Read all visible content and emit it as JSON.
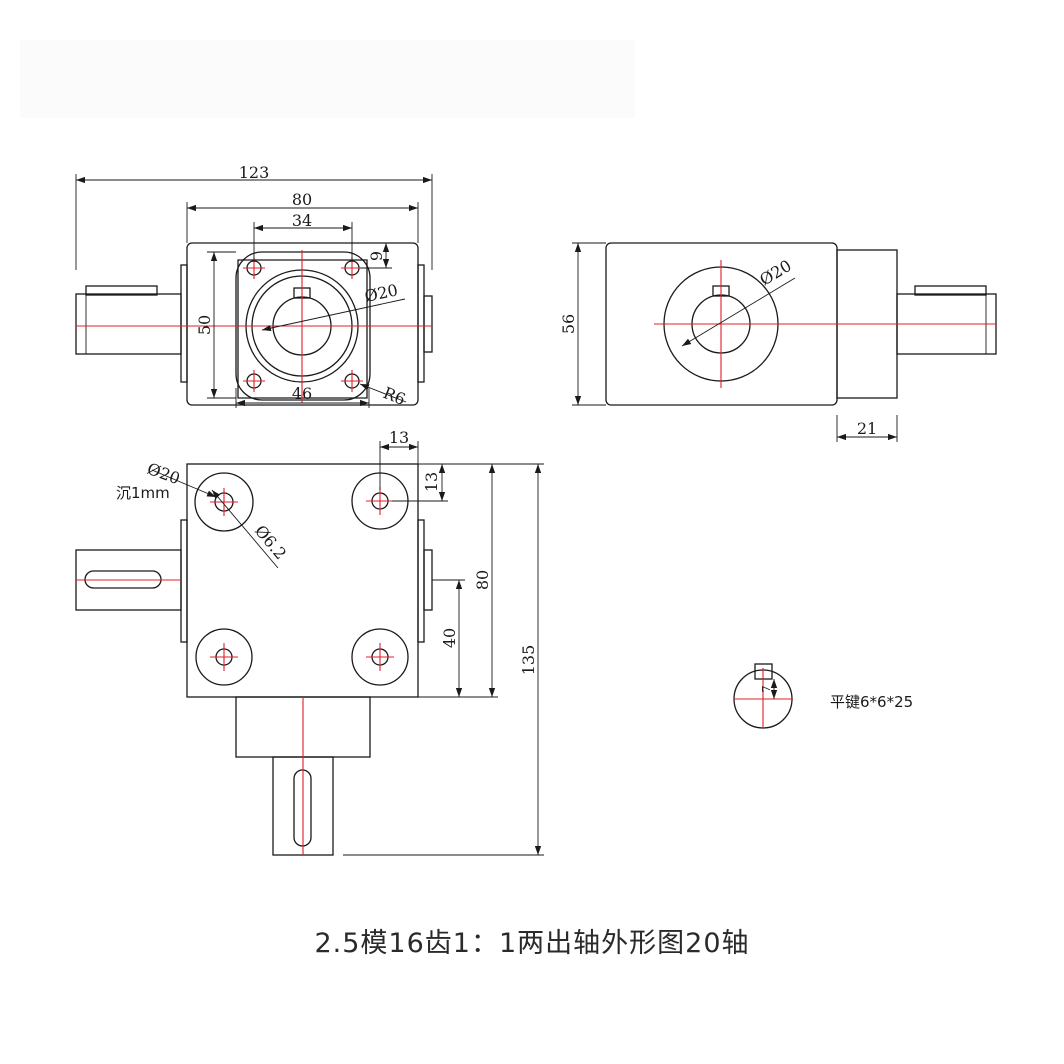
{
  "colors": {
    "outline": "#1a1a1a",
    "centerline": "#e0202a",
    "background": "#ffffff"
  },
  "dimensions": {
    "top_overall": "123",
    "top_body": "80",
    "top_holes": "34",
    "top_edge": "9",
    "top_bore": "Ø20",
    "top_height": "50",
    "top_bottom_holes": "46",
    "top_radius": "R6",
    "side_height": "56",
    "side_bore": "Ø20",
    "side_shaft": "21",
    "front_edge_x": "13",
    "front_edge_y": "13",
    "front_counterbore": "Ø20",
    "front_hole": "Ø6.2",
    "front_half": "40",
    "front_body": "80",
    "front_overall": "135",
    "key_depth": "7"
  },
  "notes": {
    "counterbore_depth": "沉1mm",
    "key_spec": "平键6*6*25"
  },
  "caption": "2.5模16齿1：1两出轴外形图20轴"
}
